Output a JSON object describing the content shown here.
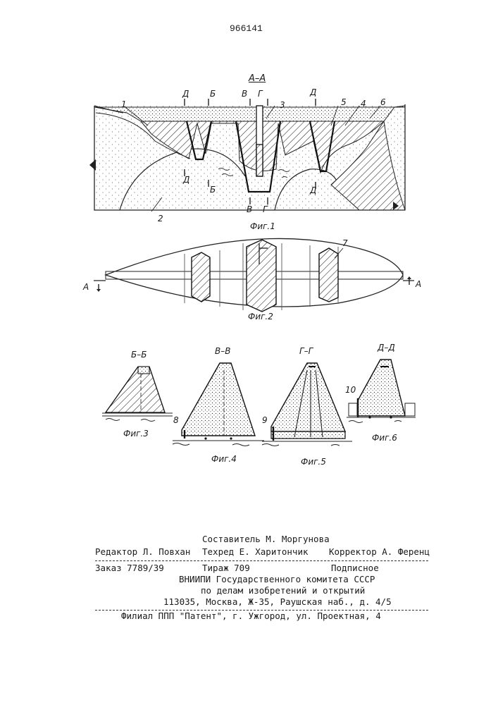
{
  "header": {
    "patent_number": "966141"
  },
  "figures": {
    "fig1": {
      "caption": "Фиг.1",
      "section_title": "А–А",
      "cut_marks_top": [
        "Д",
        "Б",
        "В",
        "Г",
        "Д"
      ],
      "cut_marks_bottom": [
        "Д",
        "Б",
        "В",
        "Г",
        "Д"
      ],
      "part_numbers": [
        "1",
        "3",
        "5",
        "4",
        "6",
        "2"
      ]
    },
    "fig2": {
      "caption": "Фиг.2",
      "section_marks": [
        "А",
        "А"
      ],
      "part_numbers": [
        "7"
      ]
    },
    "fig3": {
      "caption": "Фиг.3",
      "title": "Б–Б"
    },
    "fig4": {
      "caption": "Фиг.4",
      "title": "В–В",
      "part_numbers": [
        "8"
      ]
    },
    "fig5": {
      "caption": "Фиг.5",
      "title": "Г–Г",
      "part_numbers": [
        "9"
      ]
    },
    "fig6": {
      "caption": "Фиг.6",
      "title": "Д–Д",
      "part_numbers": [
        "10"
      ]
    }
  },
  "footer": {
    "compiler": "Составитель М. Моргунова",
    "editor": "Редактор Л. Повхан",
    "techred": "Техред Е. Харитончик",
    "corrector": "Корректор А. Ференц",
    "order": "Заказ 7789/39",
    "circulation": "Тираж 709",
    "subscription": "Подписное",
    "org_line1": "ВНИИПИ Государственного комитета СССР",
    "org_line2": "по делам изобретений и открытий",
    "org_address": "113035, Москва, Ж-35, Раушская наб., д. 4/5",
    "branch": "Филиал ППП \"Патент\", г. Ужгород, ул. Проектная, 4"
  }
}
